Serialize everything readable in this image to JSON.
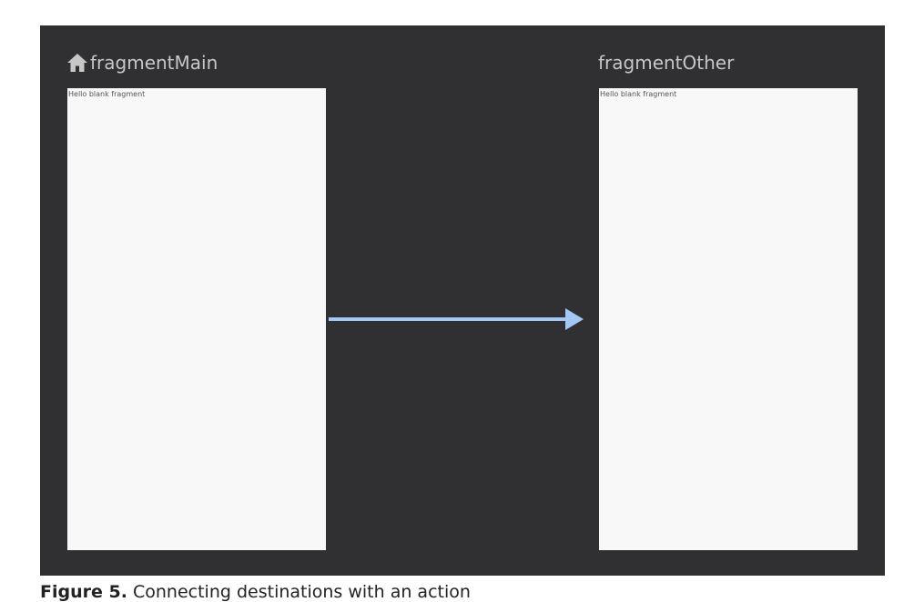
{
  "nav_graph": {
    "destinations": [
      {
        "id": "fragmentMain",
        "title": "fragmentMain",
        "is_start_destination": true,
        "start_icon": "home-icon",
        "content_text": "Hello blank fragment"
      },
      {
        "id": "fragmentOther",
        "title": "fragmentOther",
        "is_start_destination": false,
        "content_text": "Hello blank fragment"
      }
    ],
    "actions": [
      {
        "from": "fragmentMain",
        "to": "fragmentOther"
      }
    ]
  },
  "caption": {
    "label": "Figure 5.",
    "text": "Connecting destinations with an action"
  },
  "colors": {
    "canvas_background": "#303032",
    "screen_background": "#f8f8f8",
    "title_text": "#c7c7c7",
    "action_arrow": "#a3c8f5"
  }
}
